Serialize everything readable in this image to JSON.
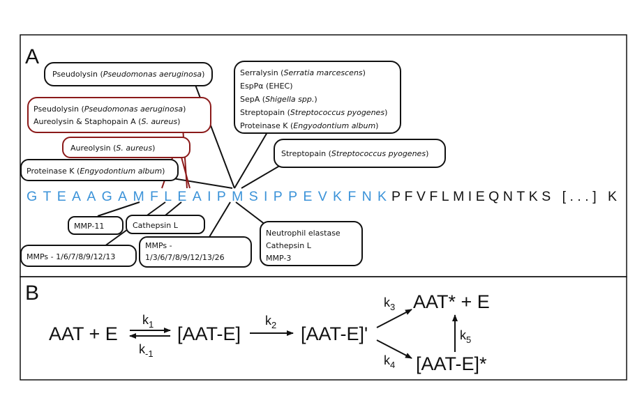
{
  "panel_a": {
    "letter": "A",
    "sequence_blue": "GTEAAGAMFLEAIPMSIPPEVKFNK",
    "sequence_black": "PFVFLMIEQNTKS [...] K",
    "labels": {
      "pseudolysin_top": {
        "name": "Pseudolysin",
        "species": "Pseudomonas aeruginosa"
      },
      "pseudolysin_red": {
        "name": "Pseudolysin",
        "species": "Pseudomonas aeruginosa"
      },
      "aureolysin_staphopain": {
        "name": "Aureolysin & Staphopain A",
        "species": "S. aureus"
      },
      "aureolysin": {
        "name": "Aureolysin",
        "species": "S. aureus"
      },
      "proteinase_k": {
        "name": "Proteinase  K",
        "species": "Engyodontium album"
      },
      "serralysin": {
        "name": "Serralysin",
        "species": "Serratia marcescens"
      },
      "esppa": {
        "name": "EspPα",
        "species": "EHEC"
      },
      "sepa": {
        "name": "SepA",
        "species": "Shigella spp."
      },
      "streptopain_1": {
        "name": "Streptopain",
        "species": "Streptococcus pyogenes"
      },
      "proteinase_k_2": {
        "name": "Proteinase K",
        "species": "Engyodontium album"
      },
      "streptopain_2": {
        "name": "Streptopain",
        "species": "Streptococcus pyogenes"
      },
      "mmp11": "MMP-11",
      "cathepsin_l_1": "Cathepsin L",
      "mmps_1": "MMPs - 1/6/7/8/9/12/13",
      "mmps_2_line1": "MMPs -",
      "mmps_2_line2": "1/3/6/7/8/9/12/13/26",
      "neutrophil_elastase": "Neutrophil elastase",
      "cathepsin_l_2": "Cathepsin L",
      "mmp3": "MMP-3"
    }
  },
  "panel_b": {
    "letter": "B",
    "reactant": "AAT + E",
    "complex1": "[AAT-E]",
    "complex2": "[AAT-E]'",
    "product": "AAT* + E",
    "complex3": "[AAT-E]*",
    "k": "k",
    "k1_sub": "1",
    "km1_sub": "-1",
    "k2_sub": "2",
    "k3_sub": "3",
    "k4_sub": "4",
    "k5_sub": "5"
  }
}
